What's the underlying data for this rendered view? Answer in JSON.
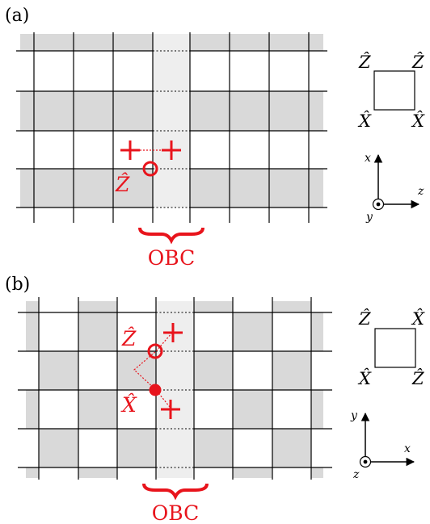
{
  "panels": [
    {
      "id": "a",
      "label": "(a)",
      "boundary_label": "OBC",
      "red_operator": "Ẑ",
      "plaquette_labels": {
        "top_left": "Ẑ",
        "top_right": "Ẑ",
        "bottom_left": "X̂",
        "bottom_right": "X̂"
      },
      "axes": {
        "vertical": "x",
        "horizontal": "z",
        "out_of_plane": "y"
      }
    },
    {
      "id": "b",
      "label": "(b)",
      "boundary_label": "OBC",
      "red_operators": [
        "Ẑ",
        "X̂"
      ],
      "plaquette_labels": {
        "top_left": "Ẑ",
        "top_right": "X̂",
        "bottom_left": "X̂",
        "bottom_right": "Ẑ"
      },
      "axes": {
        "vertical": "y",
        "horizontal": "x",
        "out_of_plane": "z"
      }
    }
  ],
  "colors": {
    "shade": "#d9d9d9",
    "light_shade": "#eeeeee",
    "highlight": "#e8141c",
    "line": "#000000"
  }
}
